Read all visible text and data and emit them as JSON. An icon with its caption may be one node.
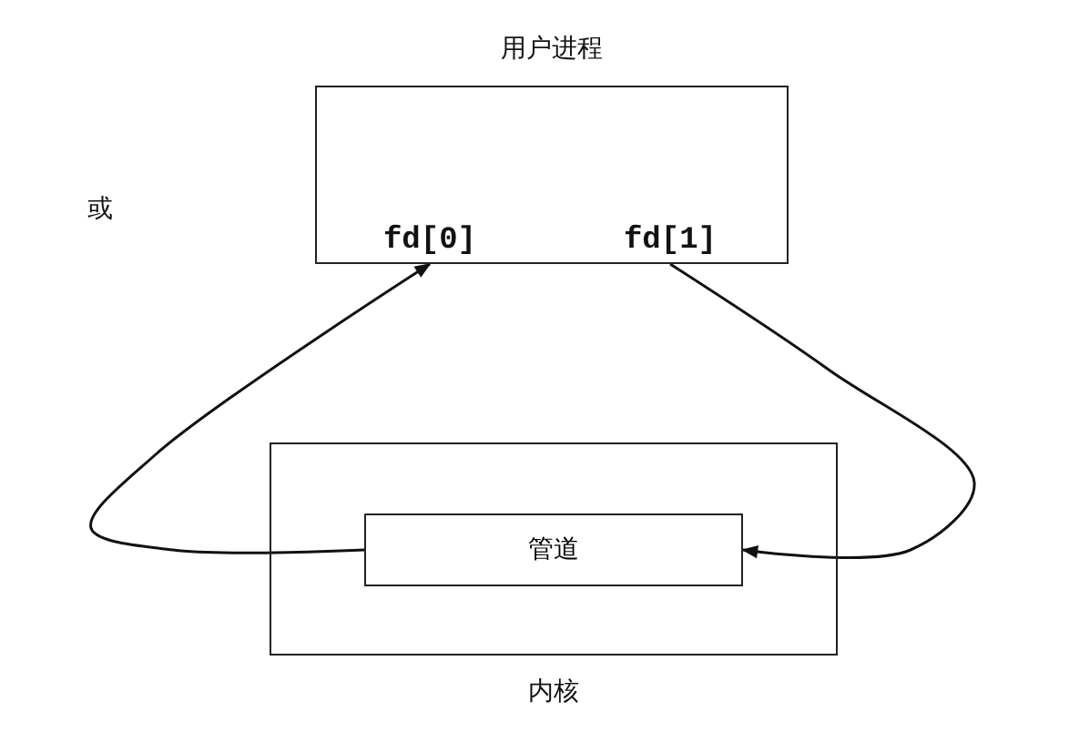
{
  "diagram": {
    "nodes": [
      {
        "text": [
          "用户进程"
        ]
      },
      {
        "text": [
          "fd[0]"
        ],
        "in": 0
      },
      {
        "text": [
          "fd[1]"
        ],
        "in": 0
      },
      {
        "text": [
          "内核"
        ]
      },
      {
        "text": [
          "管道"
        ],
        "in": 3
      }
    ],
    "edges": [
      {
        "from": 4,
        "to": 1,
        "arrow": "to"
      },
      {
        "from": 2,
        "to": 4,
        "arrow": "to"
      }
    ],
    "labels": [
      "或"
    ]
  }
}
